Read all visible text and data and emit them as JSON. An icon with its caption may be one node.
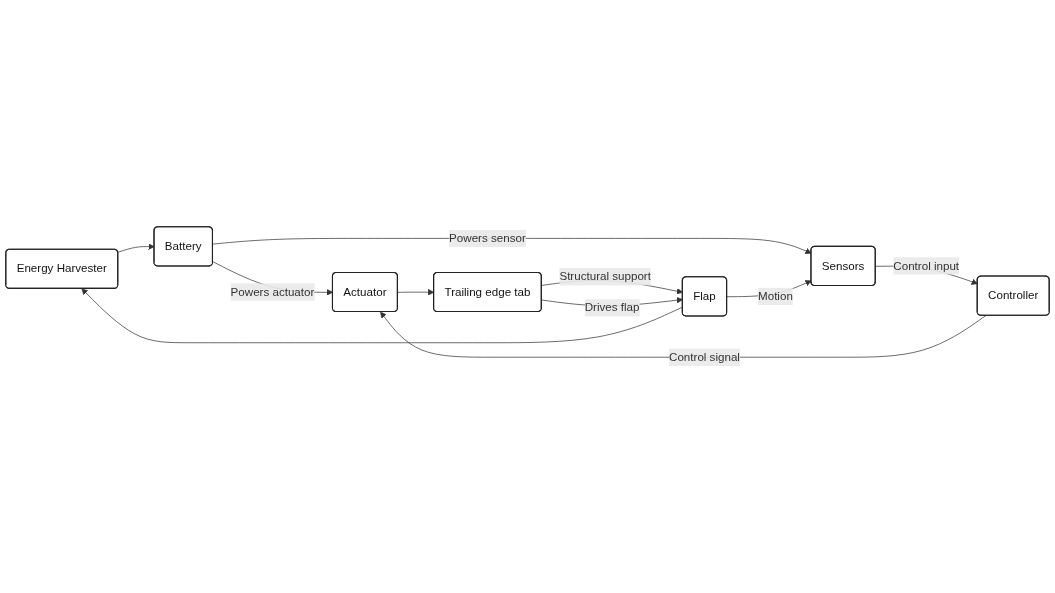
{
  "diagram": {
    "nodes": [
      {
        "text": [
          "Energy Harvester"
        ]
      },
      {
        "text": [
          "Battery"
        ]
      },
      {
        "text": [
          "Sensors"
        ]
      },
      {
        "text": [
          "Controller"
        ]
      },
      {
        "text": [
          "Actuator"
        ]
      },
      {
        "text": [
          "Flap"
        ]
      },
      {
        "text": [
          "Trailing edge tab"
        ]
      }
    ],
    "edges": [
      {
        "from": 0,
        "to": 1,
        "arrow": "to"
      },
      {
        "from": 1,
        "to": 4,
        "arrow": "to",
        "label": "Powers actuator"
      },
      {
        "from": 1,
        "to": 2,
        "arrow": "to",
        "label": "Powers sensor"
      },
      {
        "from": 5,
        "to": 0,
        "arrow": "to"
      },
      {
        "from": 5,
        "to": 2,
        "arrow": "to",
        "label": "Motion"
      },
      {
        "from": 2,
        "to": 3,
        "arrow": "to",
        "label": "Control input"
      },
      {
        "from": 3,
        "to": 4,
        "arrow": "to",
        "label": "Control signal"
      },
      {
        "from": 4,
        "to": 6,
        "arrow": "to"
      },
      {
        "from": 6,
        "to": 5,
        "arrow": "to",
        "label": "Structural support"
      },
      {
        "from": 6,
        "to": 5,
        "arrow": "to",
        "label": "Drives flap"
      }
    ]
  }
}
